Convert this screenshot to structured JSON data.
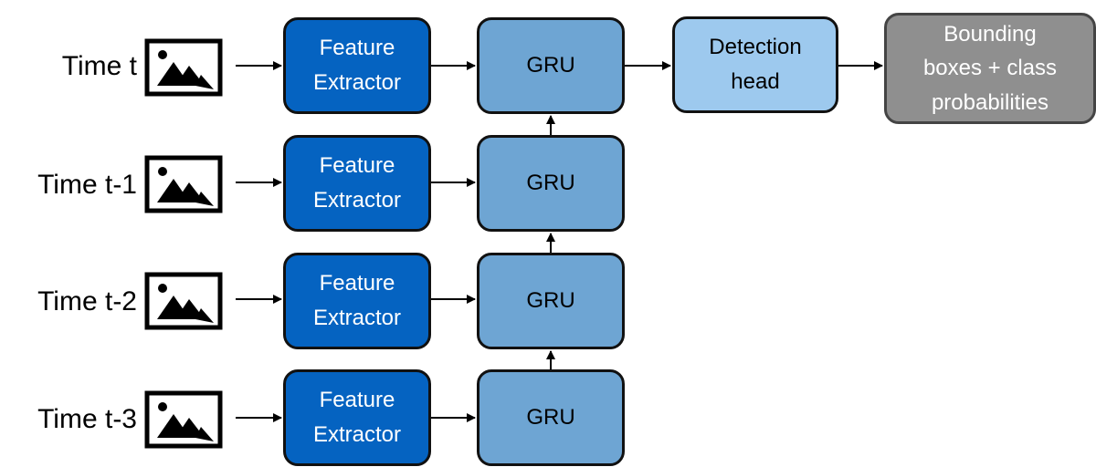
{
  "rows": [
    {
      "time": "Time t",
      "fe_line1": "Feature",
      "fe_line2": "Extractor",
      "gru": "GRU"
    },
    {
      "time": "Time t-1",
      "fe_line1": "Feature",
      "fe_line2": "Extractor",
      "gru": "GRU"
    },
    {
      "time": "Time t-2",
      "fe_line1": "Feature",
      "fe_line2": "Extractor",
      "gru": "GRU"
    },
    {
      "time": "Time t-3",
      "fe_line1": "Feature",
      "fe_line2": "Extractor",
      "gru": "GRU"
    }
  ],
  "detection": {
    "line1": "Detection",
    "line2": "head"
  },
  "output": {
    "line1": "Bounding",
    "line2": "boxes + class",
    "line3": "probabilities"
  },
  "colors": {
    "feature_extractor": "#0563c1",
    "gru": "#6ea5d3",
    "detection": "#9dc9ee",
    "output": "#8f8f8f"
  },
  "icons": [
    "image-icon"
  ]
}
